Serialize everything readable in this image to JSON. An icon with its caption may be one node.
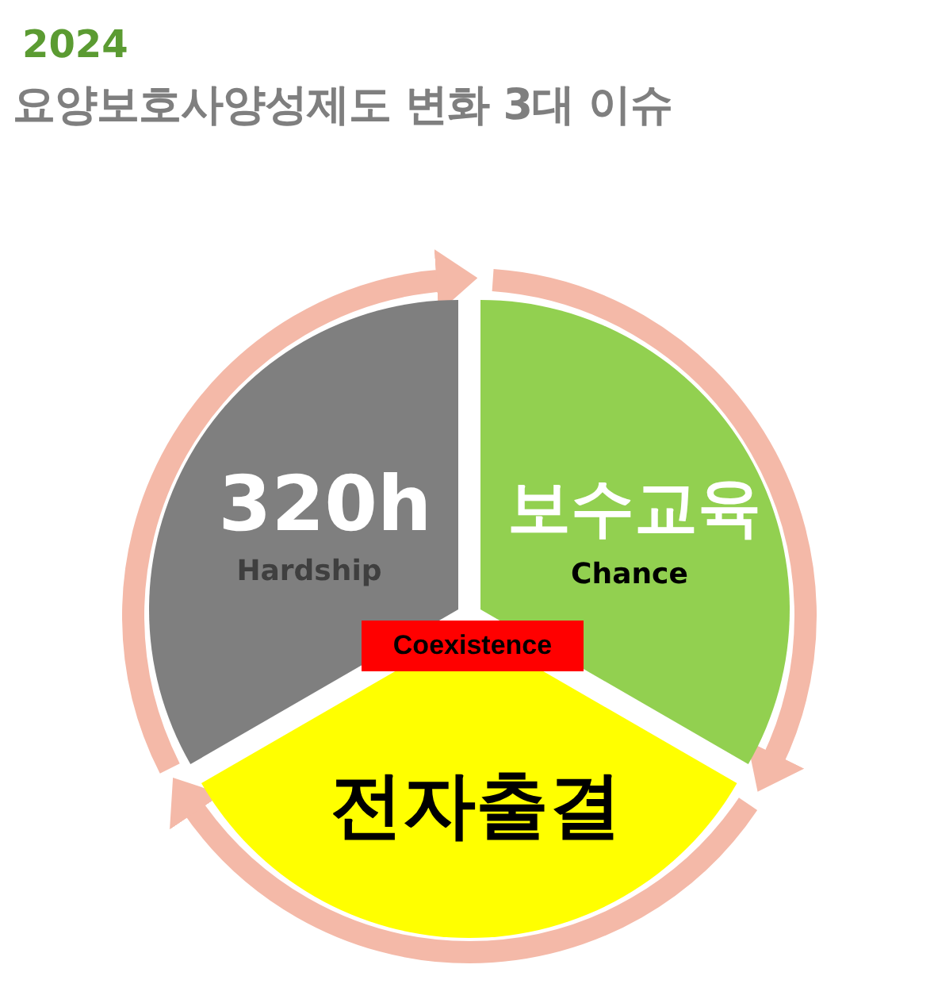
{
  "diagram": {
    "title": "요양보호사양성제도 변화 3대 이슈",
    "nodes": [
      {
        "text": [
          "320h",
          "Hardship"
        ]
      },
      {
        "text": [
          "보수교육",
          "Chance"
        ]
      },
      {
        "text": [
          "전자출결"
        ]
      },
      {
        "text": [
          "Coexistence"
        ]
      }
    ],
    "labels": [
      "2024"
    ]
  }
}
